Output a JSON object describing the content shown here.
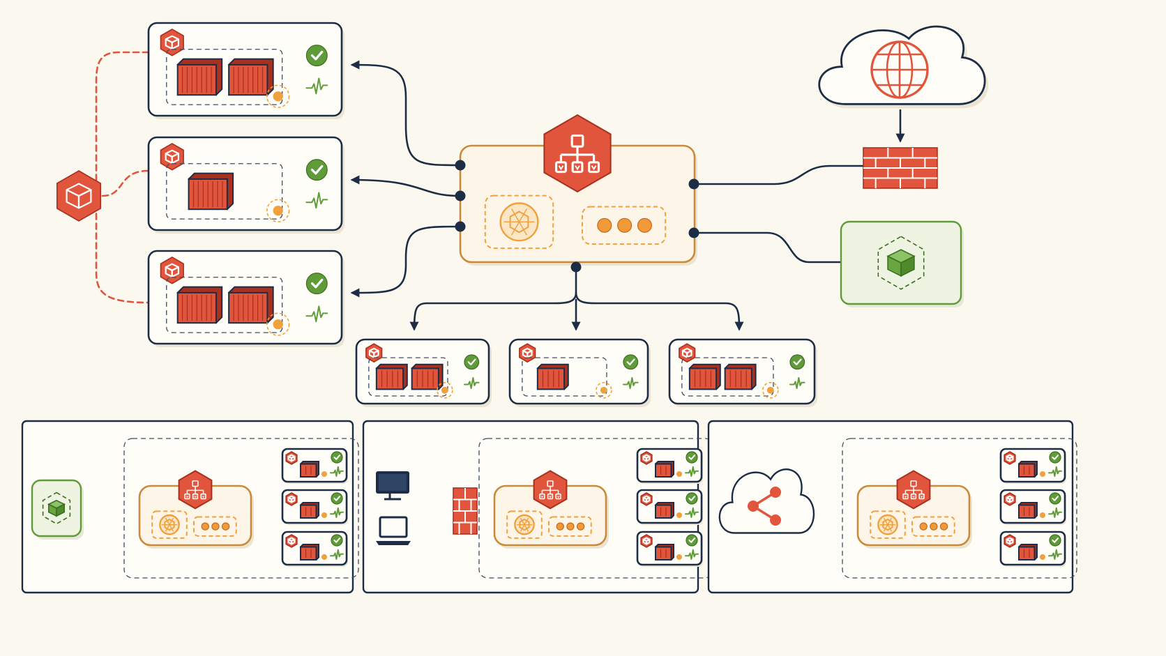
{
  "colors": {
    "background": "#fbf8ef",
    "navy": "#1c2d45",
    "red": "#e0553b",
    "red_dark": "#a8301e",
    "orange": "#f0a03c",
    "orange_fill": "#fbe7c6",
    "orange_stroke": "#c98a3a",
    "green": "#5f9b39",
    "green_dark": "#3d6e22",
    "green_fill": "#eef4e1",
    "dashed_gray": "#3e4c5e"
  },
  "icons": {
    "load_balancer": "hierarchy-icon",
    "cluster": "cube-icon",
    "container": "shipping-container-icon",
    "health": "check-circle-icon",
    "metrics": "pulse-icon",
    "cloud": "cloud-icon",
    "globe": "globe-icon",
    "firewall": "brick-wall-icon",
    "share": "share-network-icon",
    "desktop": "monitor-icon",
    "laptop": "laptop-icon"
  },
  "main_diagram": {
    "left_pods": [
      {
        "containers": 2
      },
      {
        "containers": 1
      },
      {
        "containers": 2
      }
    ],
    "bottom_pods": [
      {
        "containers": 2
      },
      {
        "containers": 1
      },
      {
        "containers": 2
      }
    ]
  },
  "variants": [
    {
      "source": "cluster",
      "pod_containers": [
        1,
        1,
        1
      ]
    },
    {
      "source": "clients-with-firewall",
      "pod_containers": [
        1,
        1,
        1
      ]
    },
    {
      "source": "cloud-share",
      "pod_containers": [
        1,
        1,
        1
      ]
    }
  ]
}
